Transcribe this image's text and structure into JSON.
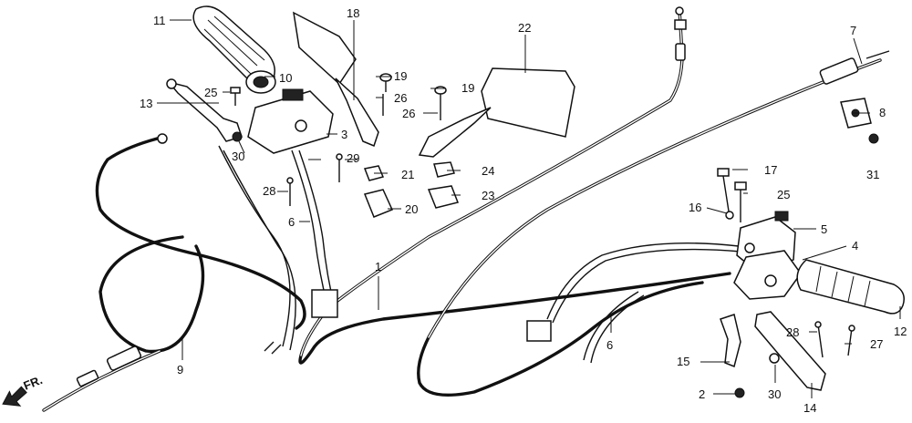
{
  "direction_label": "FR.",
  "callouts": [
    {
      "id": "c1",
      "text": "1"
    },
    {
      "id": "c2",
      "text": "2"
    },
    {
      "id": "c3",
      "text": "3"
    },
    {
      "id": "c4",
      "text": "4"
    },
    {
      "id": "c5",
      "text": "5"
    },
    {
      "id": "c6a",
      "text": "6"
    },
    {
      "id": "c6b",
      "text": "6"
    },
    {
      "id": "c7",
      "text": "7"
    },
    {
      "id": "c8",
      "text": "8"
    },
    {
      "id": "c9",
      "text": "9"
    },
    {
      "id": "c10",
      "text": "10"
    },
    {
      "id": "c11",
      "text": "11"
    },
    {
      "id": "c12",
      "text": "12"
    },
    {
      "id": "c13",
      "text": "13"
    },
    {
      "id": "c14",
      "text": "14"
    },
    {
      "id": "c15",
      "text": "15"
    },
    {
      "id": "c16",
      "text": "16"
    },
    {
      "id": "c17",
      "text": "17"
    },
    {
      "id": "c18",
      "text": "18"
    },
    {
      "id": "c19a",
      "text": "19"
    },
    {
      "id": "c19b",
      "text": "19"
    },
    {
      "id": "c20",
      "text": "20"
    },
    {
      "id": "c21",
      "text": "21"
    },
    {
      "id": "c22",
      "text": "22"
    },
    {
      "id": "c23",
      "text": "23"
    },
    {
      "id": "c24",
      "text": "24"
    },
    {
      "id": "c25a",
      "text": "25"
    },
    {
      "id": "c25b",
      "text": "25"
    },
    {
      "id": "c26a",
      "text": "26"
    },
    {
      "id": "c26b",
      "text": "26"
    },
    {
      "id": "c27",
      "text": "27"
    },
    {
      "id": "c28a",
      "text": "28"
    },
    {
      "id": "c28b",
      "text": "28"
    },
    {
      "id": "c29",
      "text": "29"
    },
    {
      "id": "c30a",
      "text": "30"
    },
    {
      "id": "c30b",
      "text": "30"
    },
    {
      "id": "c31",
      "text": "31"
    }
  ]
}
